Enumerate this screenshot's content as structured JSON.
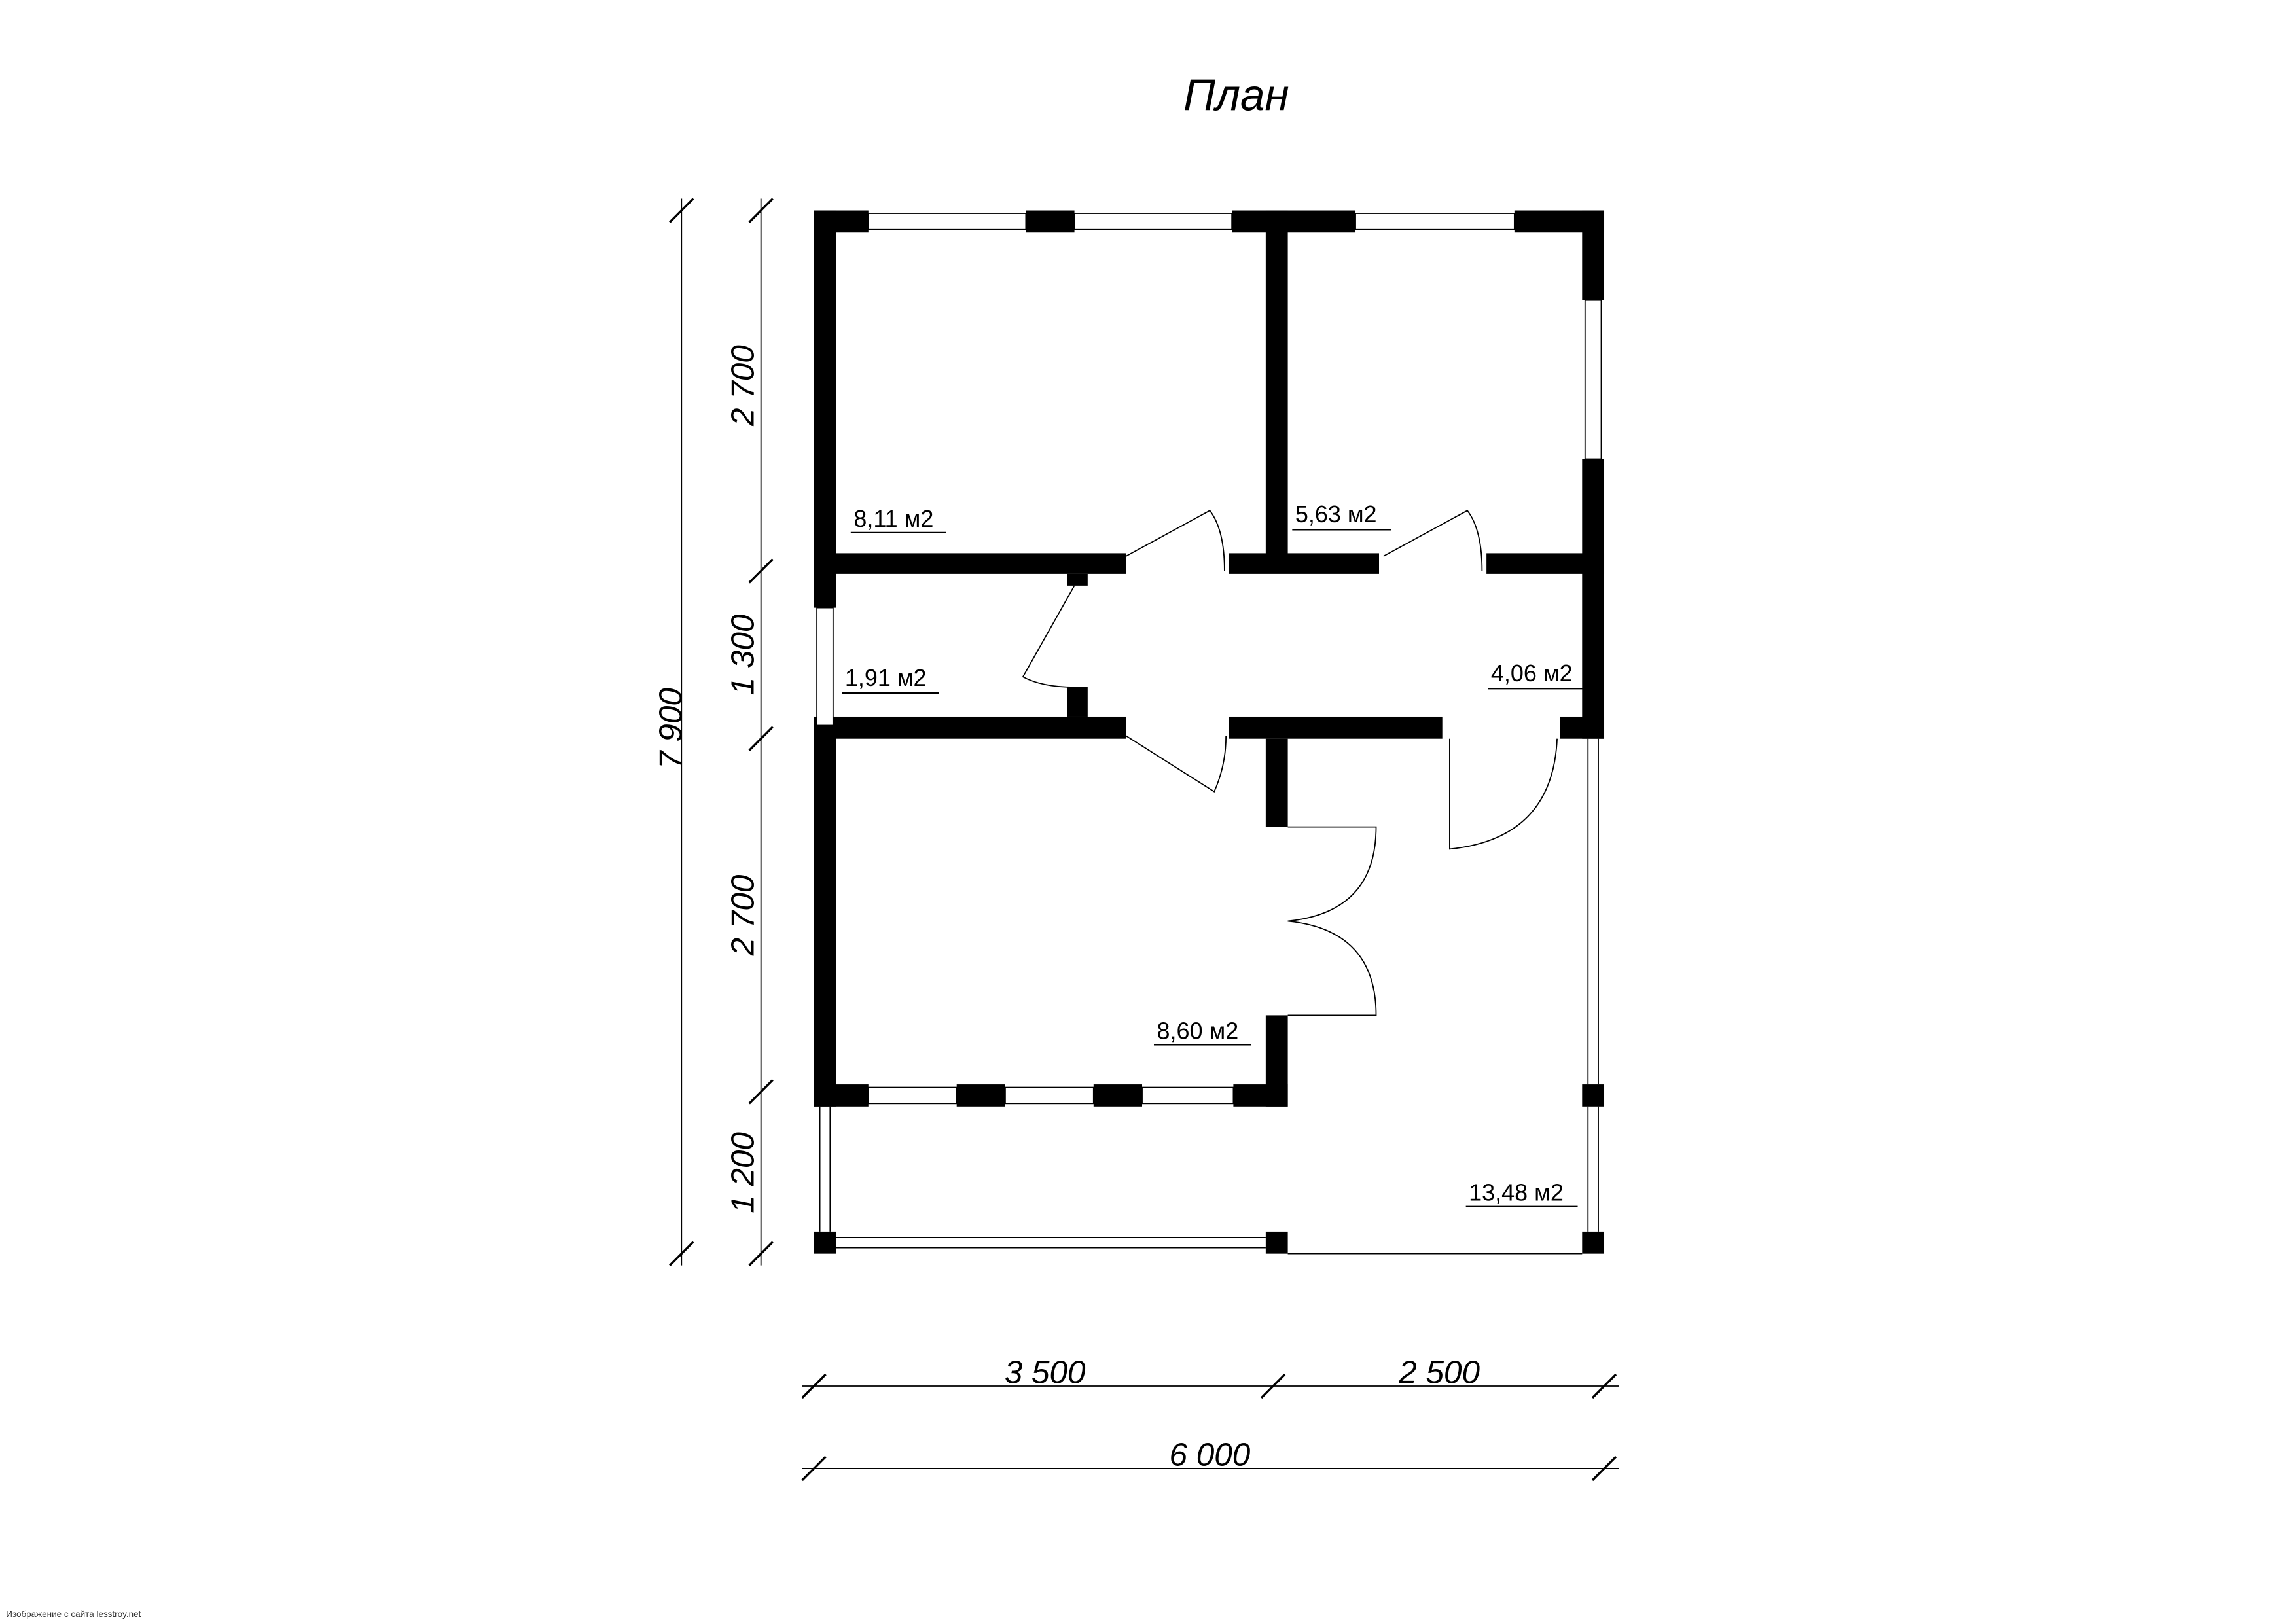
{
  "title": "План",
  "rooms": [
    {
      "area": "8,11 м2"
    },
    {
      "area": "5,63 м2"
    },
    {
      "area": "1,91 м2"
    },
    {
      "area": "4,06 м2"
    },
    {
      "area": "8,60 м2"
    },
    {
      "area": "13,48 м2"
    }
  ],
  "dimensions": {
    "vertical_total": "7 900",
    "vertical_segments": [
      "2 700",
      "1 300",
      "2 700",
      "1 200"
    ],
    "horizontal_segments": [
      "3 500",
      "2 500"
    ],
    "horizontal_total": "6 000"
  },
  "watermark": "Изображение с сайта lesstroy.net"
}
